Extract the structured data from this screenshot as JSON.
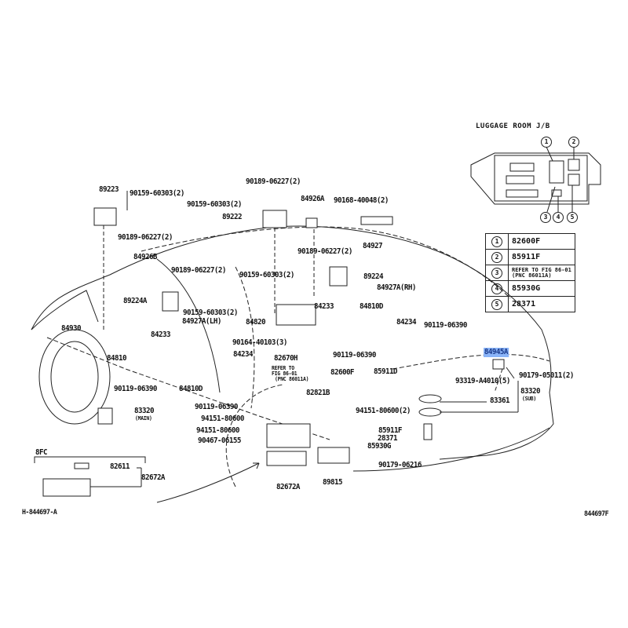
{
  "diagram_code": "H-844697-A",
  "figure_code": "844697F",
  "luggage_room": {
    "title": "LUGGAGE ROOM J/B",
    "callouts": [
      "1",
      "2",
      "3",
      "4",
      "5"
    ],
    "table": [
      {
        "num": "1",
        "part": "82600F"
      },
      {
        "num": "2",
        "part": "85911F"
      },
      {
        "num": "3",
        "part": "REFER TO FIG 86-01",
        "sub": "(PNC 86011A)"
      },
      {
        "num": "4",
        "part": "85930G"
      },
      {
        "num": "5",
        "part": "28371"
      }
    ]
  },
  "labels": {
    "p89223": "89223",
    "p90159a": "90159-60303(2)",
    "p90189a": "90189-06227(2)",
    "p90189b": "90189-06227(2)",
    "p90159b": "90159-60303(2)",
    "p89222": "89222",
    "p84926A": "84926A",
    "p90168": "90168-40048(2)",
    "p84927": "84927",
    "p84926B": "84926B",
    "p90189c": "90189-06227(2)",
    "p90189d": "90189-06227(2)",
    "p90159c": "90159-60303(2)",
    "p89224": "89224",
    "p89224A": "89224A",
    "p90159d": "90159-60303(2)",
    "p84927ALH": "84927A(LH)",
    "p84927ARH": "84927A(RH)",
    "p84233a": "84233",
    "p84810Da": "84810D",
    "p84930": "84930",
    "p84233b": "84233",
    "p84820": "84820",
    "p84234a": "84234",
    "p90119a": "90119-06390",
    "p90164": "90164-40103(3)",
    "p84810": "84810",
    "p84234b": "84234",
    "p82670H": "82670H",
    "p90119b": "90119-06390",
    "p85911D": "85911D",
    "p82600F": "82600F",
    "refer1": "REFER TO",
    "refer2": "FIG 86-01",
    "refer3": "(PNC 86011A)",
    "p84945A": "84945A",
    "p90119c": "90119-06390",
    "p84810Db": "84810D",
    "p82821B": "82821B",
    "p93319": "93319-A4010(5)",
    "p90179a": "90179-05011(2)",
    "p83320sub": "83320",
    "sub": "(SUB)",
    "p83361": "83361",
    "p90119d": "90119-06390",
    "p83320main": "83320",
    "main": "(MAIN)",
    "p94151a": "94151-80600(2)",
    "p94151b": "94151-80600",
    "p85911F": "85911F",
    "p94151c": "94151-80600",
    "p28371": "28371",
    "p90467": "90467-06155",
    "p85930G": "85930G",
    "p90179b": "90179-06216",
    "p8FC": "8FC",
    "p82611": "82611",
    "p82672Aa": "82672A",
    "p82672Ab": "82672A",
    "p89815": "89815"
  },
  "highlight_color": "#8ab4f8"
}
